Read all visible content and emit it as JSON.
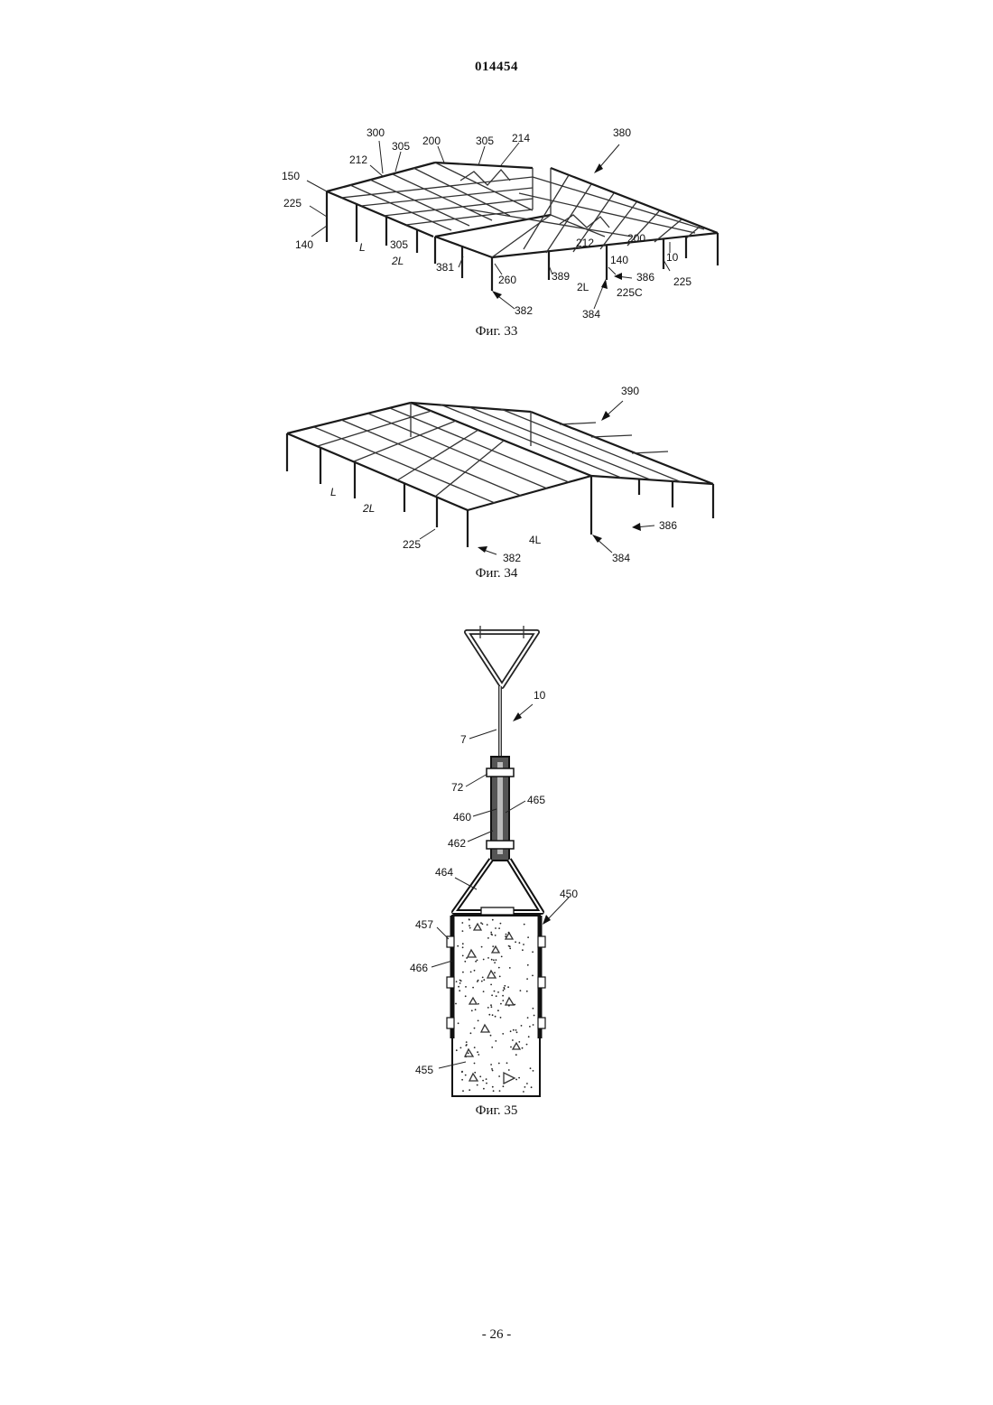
{
  "header": {
    "doc_number": "014454"
  },
  "figures": [
    {
      "caption": "Фиг. 33",
      "labels": [
        "300",
        "305",
        "200",
        "305",
        "214",
        "380",
        "212",
        "150",
        "225",
        "140",
        "L",
        "305",
        "2L",
        "381",
        "260",
        "382",
        "389",
        "212",
        "200",
        "140",
        "10",
        "386",
        "2L",
        "225C",
        "225",
        "384"
      ]
    },
    {
      "caption": "Фиг. 34",
      "labels": [
        "390",
        "L",
        "2L",
        "225",
        "382",
        "4L",
        "384",
        "386"
      ]
    },
    {
      "caption": "Фиг. 35",
      "labels": [
        "10",
        "7",
        "72",
        "465",
        "460",
        "462",
        "464",
        "450",
        "457",
        "466",
        "455"
      ]
    }
  ],
  "footer": {
    "page_number": "- 26 -"
  }
}
